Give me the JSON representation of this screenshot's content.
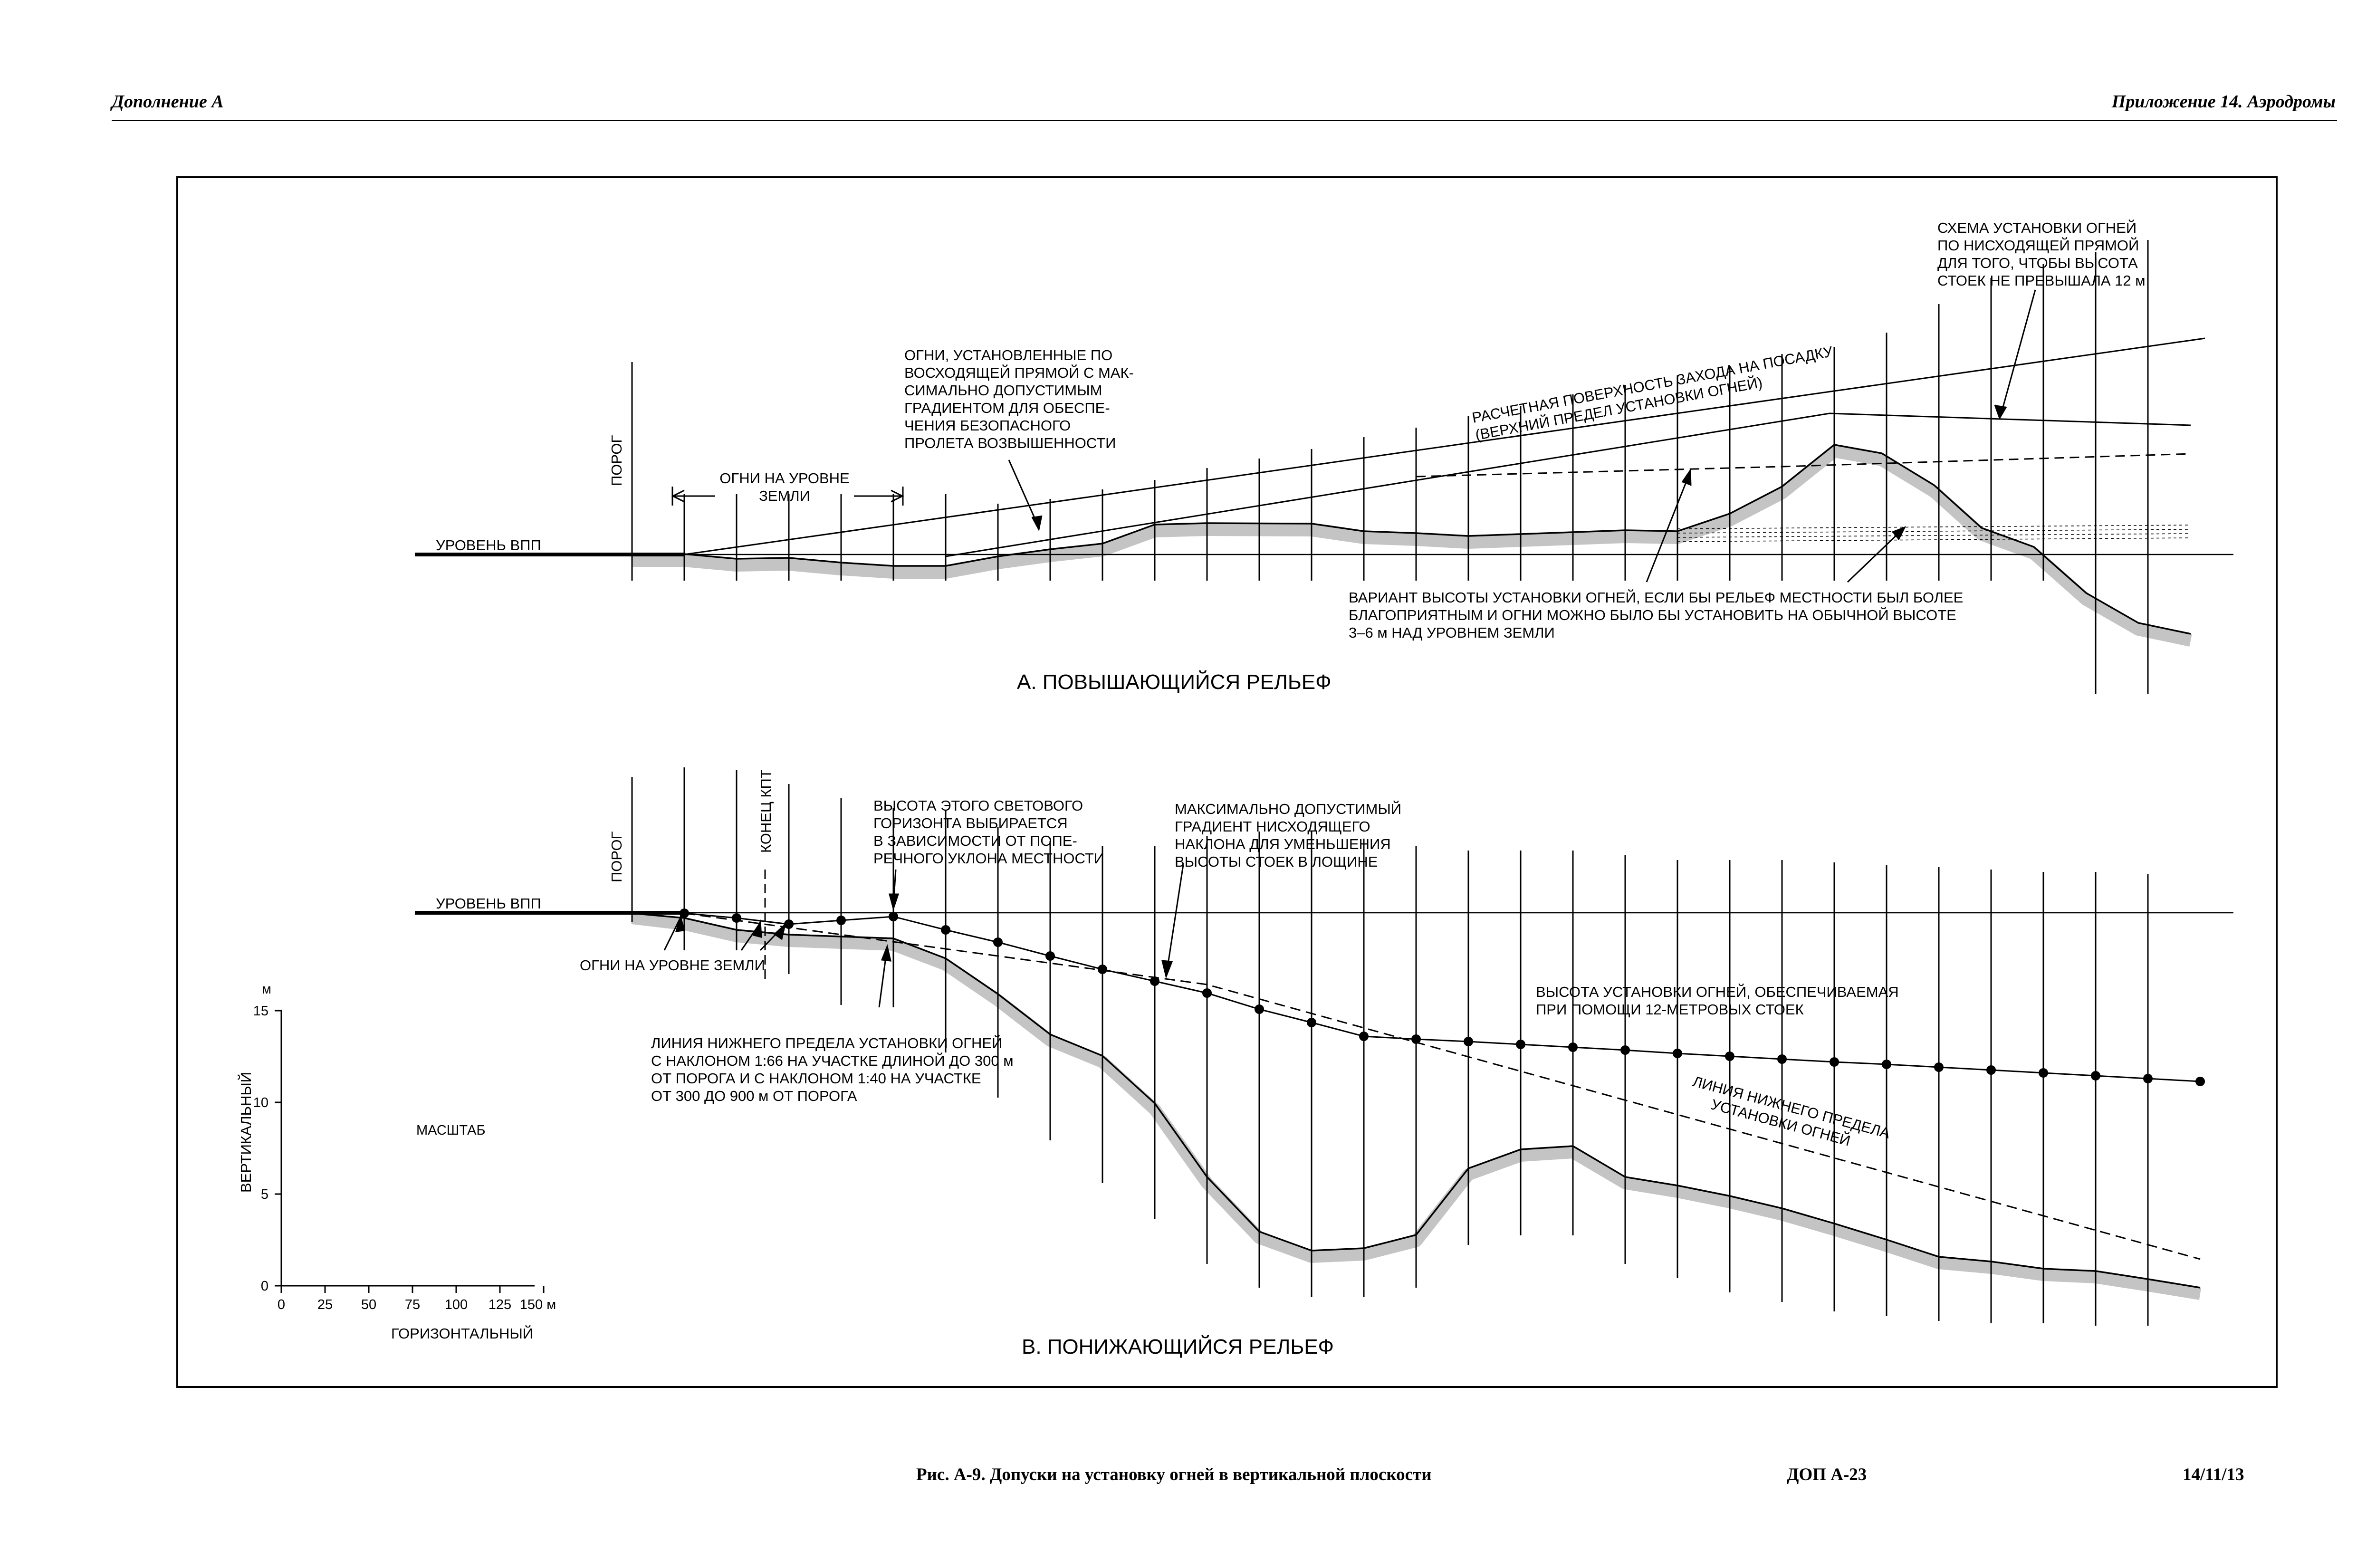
{
  "header": {
    "left": "Дополнение A",
    "right": "Приложение 14.   Аэродромы"
  },
  "footer": {
    "caption": "Рис. A-9.    Допуски на установку огней в вертикальной плоскости",
    "page": "ДОП A-23",
    "date": "14/11/13"
  },
  "panel_a": {
    "title": "A.  ПОВЫШАЮЩИЙСЯ РЕЛЬЕФ",
    "runway_level": "УРОВЕНЬ ВПП",
    "threshold": "ПОРОГ",
    "ground_lights": [
      "ОГНИ НА УРОВНЕ",
      "ЗЕМЛИ"
    ],
    "rising_note": [
      "ОГНИ, УСТАНОВЛЕННЫЕ ПО",
      "ВОСХОДЯЩЕЙ ПРЯМОЙ С МАК-",
      "СИМАЛЬНО ДОПУСТИМЫМ",
      "ГРАДИЕНТОМ ДЛЯ ОБЕСПЕ-",
      "ЧЕНИЯ БЕЗОПАСНОГО",
      "ПРОЛЕТА ВОЗВЫШЕННОСТИ"
    ],
    "approach_surface": [
      "РАСЧЕТНАЯ ПОВЕРХНОСТЬ ЗАХОДА НА ПОСАДКУ",
      "(ВЕРХНИЙ ПРЕДЕЛ УСТАНОВКИ ОГНЕЙ)"
    ],
    "descending_note": [
      "СХЕМА УСТАНОВКИ ОГНЕЙ",
      "ПО НИСХОДЯЩЕЙ ПРЯМОЙ",
      "ДЛЯ ТОГО, ЧТОБЫ ВЫСОТА",
      "СТОЕК НЕ ПРЕВЫШАЛА 12 м"
    ],
    "variant_note": [
      "ВАРИАНТ ВЫСОТЫ УСТАНОВКИ ОГНЕЙ, ЕСЛИ БЫ РЕЛЬЕФ МЕСТНОСТИ БЫЛ БОЛЕЕ",
      "БЛАГОПРИЯТНЫМ И ОГНИ МОЖНО БЫЛО БЫ УСТАНОВИТЬ НА ОБЫЧНОЙ ВЫСОТЕ",
      "3–6 м  НАД УРОВНЕМ ЗЕМЛИ"
    ]
  },
  "panel_b": {
    "title": "B.  ПОНИЖАЮЩИЙСЯ РЕЛЬЕФ",
    "runway_level": "УРОВЕНЬ ВПП",
    "threshold": "ПОРОГ",
    "kpt_end": "КОНЕЦ КПТ",
    "horizon_note": [
      "ВЫСОТА ЭТОГО СВЕТОВОГО",
      "ГОРИЗОНТА ВЫБИРАЕТСЯ",
      "В ЗАВИСИМОСТИ ОТ ПОПЕ-",
      "РЕЧНОГО УКЛОНА МЕСТНОСТИ"
    ],
    "max_gradient_note": [
      "МАКСИМАЛЬНО ДОПУСТИМЫЙ",
      "ГРАДИЕНТ НИСХОДЯЩЕГО",
      "НАКЛОНА ДЛЯ УМЕНЬШЕНИЯ",
      "ВЫСОТЫ СТОЕК В ЛОЩИНЕ"
    ],
    "ground_lights": "ОГНИ НА УРОВНЕ ЗЕМЛИ",
    "lower_limit_note": [
      "ЛИНИЯ НИЖНЕГО ПРЕДЕЛА УСТАНОВКИ ОГНЕЙ",
      "С НАКЛОНОМ 1:66 НА УЧАСТКЕ ДЛИНОЙ ДО 300 м",
      "ОТ ПОРОГА И С НАКЛОНОМ 1:40 НА УЧАСТКЕ",
      "ОТ 300 ДО 900 м ОТ ПОРОГА"
    ],
    "mast_height_note": [
      "ВЫСОТА УСТАНОВКИ ОГНЕЙ, ОБЕСПЕЧИВАЕМАЯ",
      "ПРИ ПОМОЩИ 12-МЕТРОВЫХ СТОЕК"
    ],
    "lower_limit_label": [
      "ЛИНИЯ НИЖНЕГО ПРЕДЕЛА",
      "УСТАНОВКИ ОГНЕЙ"
    ]
  },
  "scale": {
    "title": "МАСШТАБ",
    "vertical_label": "ВЕРТИКАЛЬНЫЙ",
    "horizontal_label": "ГОРИЗОНТАЛЬНЫЙ",
    "vertical_unit": "м",
    "vertical_ticks": [
      "0",
      "5",
      "10",
      "15"
    ],
    "horizontal_ticks": [
      "0",
      "25",
      "50",
      "75",
      "100",
      "125",
      "150 м"
    ]
  }
}
